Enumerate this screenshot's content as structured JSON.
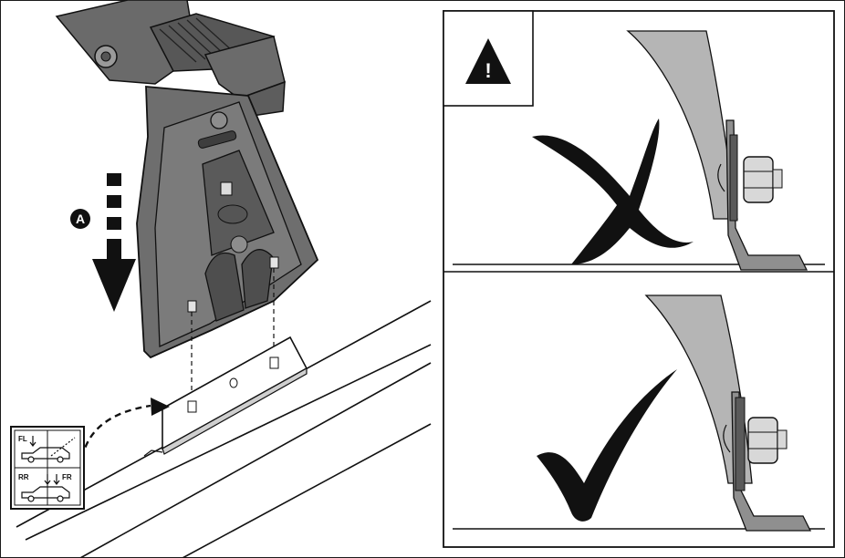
{
  "callout": {
    "letter": "A"
  },
  "warning": {
    "symbol": "!"
  },
  "position_legend": {
    "front_left": "FL",
    "rear_right": "RR",
    "front_right": "FR"
  },
  "colors": {
    "foot_dark": "#5a5a5a",
    "foot_mid": "#7a7a7a",
    "bracket_grey": "#bdbdbd",
    "pillar_grey": "#b5b5b5",
    "bolt_grey": "#d8d8d8",
    "ink": "#111111"
  },
  "panels": {
    "incorrect": {
      "mark": "cross-mark",
      "state": "incorrect"
    },
    "correct": {
      "mark": "check-mark",
      "state": "correct"
    }
  }
}
